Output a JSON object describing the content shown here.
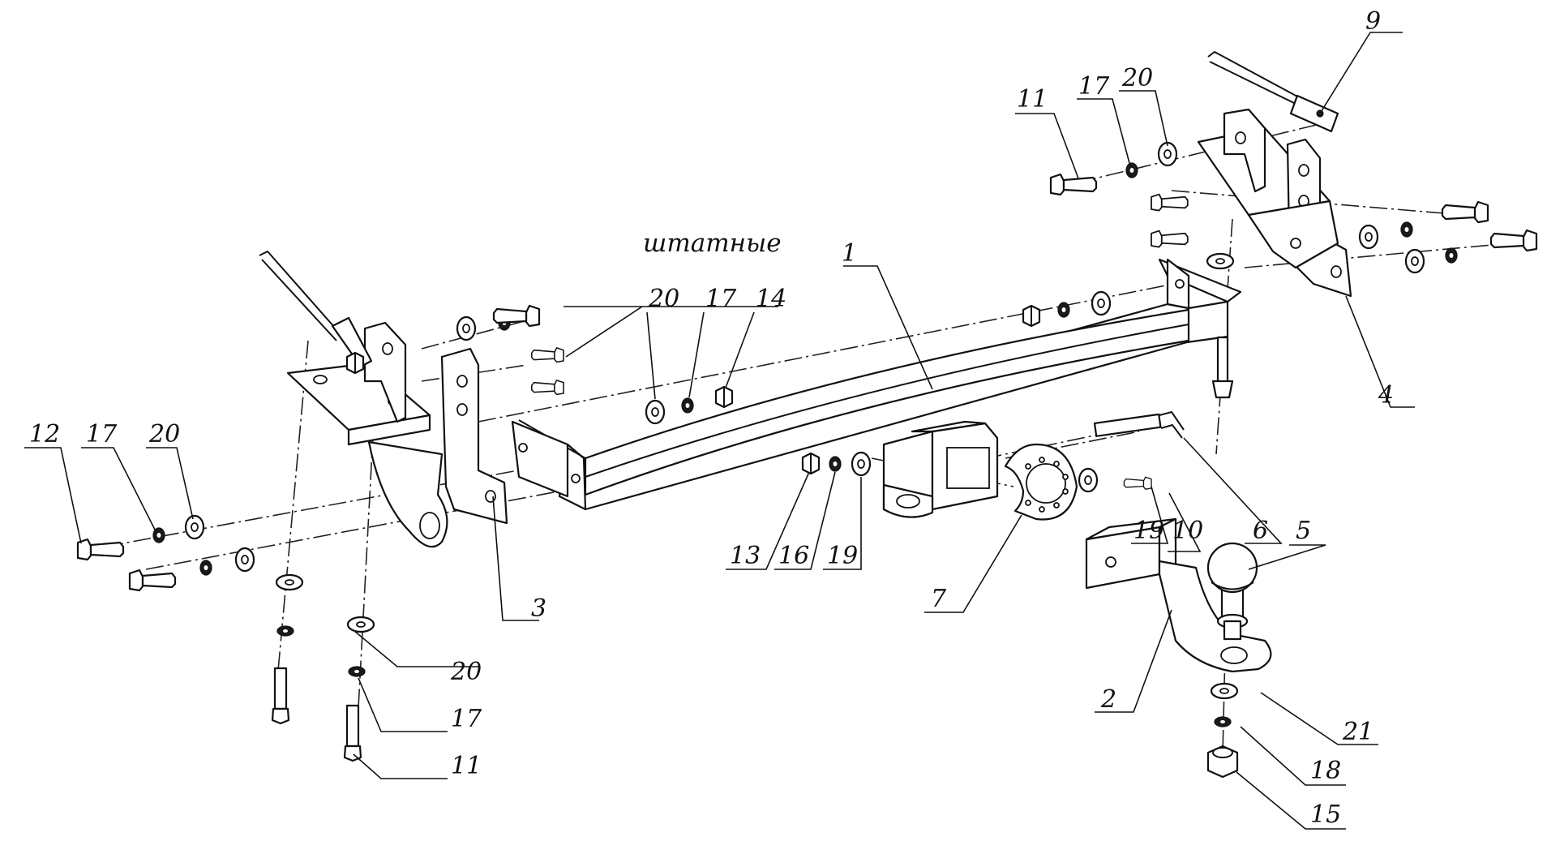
{
  "callouts": [
    {
      "id": "c1",
      "text": "1"
    },
    {
      "id": "c2",
      "text": "2"
    },
    {
      "id": "c3",
      "text": "3"
    },
    {
      "id": "c4",
      "text": "4"
    },
    {
      "id": "c5",
      "text": "5"
    },
    {
      "id": "c6",
      "text": "6"
    },
    {
      "id": "c7",
      "text": "7"
    },
    {
      "id": "c9",
      "text": "9"
    },
    {
      "id": "c10",
      "text": "10"
    },
    {
      "id": "c11a",
      "text": "11"
    },
    {
      "id": "c11b",
      "text": "11"
    },
    {
      "id": "c12",
      "text": "12"
    },
    {
      "id": "c13",
      "text": "13"
    },
    {
      "id": "c14",
      "text": "14"
    },
    {
      "id": "c15",
      "text": "15"
    },
    {
      "id": "c16",
      "text": "16"
    },
    {
      "id": "c17a",
      "text": "17"
    },
    {
      "id": "c17b",
      "text": "17"
    },
    {
      "id": "c17c",
      "text": "17"
    },
    {
      "id": "c17d",
      "text": "17"
    },
    {
      "id": "c18",
      "text": "18"
    },
    {
      "id": "c19a",
      "text": "19"
    },
    {
      "id": "c19b",
      "text": "19"
    },
    {
      "id": "c20a",
      "text": "20"
    },
    {
      "id": "c20b",
      "text": "20"
    },
    {
      "id": "c20c",
      "text": "20"
    },
    {
      "id": "c20d",
      "text": "20"
    },
    {
      "id": "c21",
      "text": "21"
    },
    {
      "id": "cstd",
      "text": "штатные"
    }
  ],
  "icons": {
    "main_beam": "crossbar-icon",
    "ball": "tow-ball-icon",
    "bolt": "bolt-icon",
    "washer": "washer-icon",
    "nut": "nut-icon"
  },
  "colors": {
    "line": "#111111",
    "background": "#ffffff"
  }
}
